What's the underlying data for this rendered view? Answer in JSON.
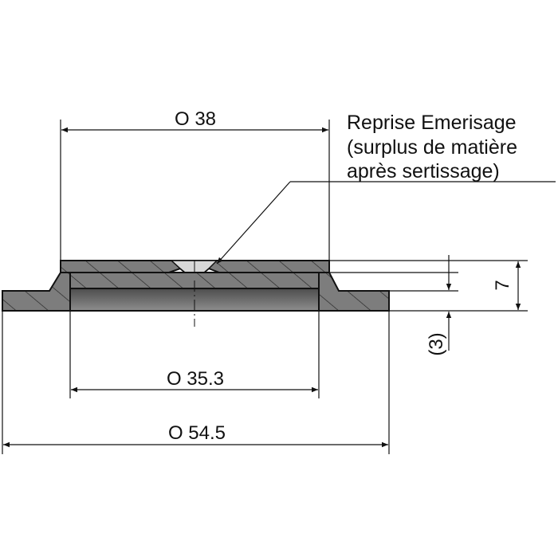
{
  "dimensions": {
    "d_top": "O 38",
    "d_inner": "O 35.3",
    "d_outer": "O 54.5",
    "height_total": "7",
    "height_base": "(3)"
  },
  "annotation": {
    "lines": [
      "Reprise Emerisage",
      "(surplus de matière",
      "après sertissage)"
    ]
  },
  "colors": {
    "hatch_fill": "#7d7d7d",
    "insert_top": "#555555",
    "insert_bottom": "#8a8a8a",
    "line": "#111111"
  }
}
